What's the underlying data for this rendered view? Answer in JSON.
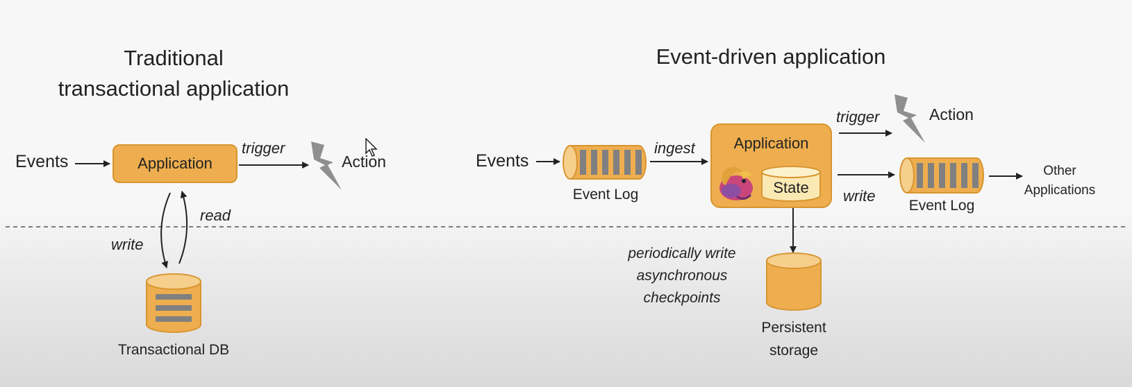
{
  "left": {
    "title_line1": "Traditional",
    "title_line2": "transactional application",
    "events": "Events",
    "application": "Application",
    "trigger": "trigger",
    "action": "Action",
    "read": "read",
    "write": "write",
    "db": "Transactional DB"
  },
  "right": {
    "title": "Event-driven application",
    "events": "Events",
    "ingest": "ingest",
    "event_log_in": "Event Log",
    "application": "Application",
    "state": "State",
    "trigger": "trigger",
    "action": "Action",
    "write": "write",
    "event_log_out": "Event Log",
    "other_line1": "Other",
    "other_line2": "Applications",
    "checkpoint_line1": "periodically write",
    "checkpoint_line2": "asynchronous",
    "checkpoint_line3": "checkpoints",
    "storage_line1": "Persistent",
    "storage_line2": "storage"
  },
  "colors": {
    "orange": "#eeae4f",
    "orange_border": "#d89530",
    "cylinder_top": "#f6cf8d",
    "state_fill": "#fbe9b3",
    "bars": "#808080",
    "lightning": "#8f8f8f"
  }
}
